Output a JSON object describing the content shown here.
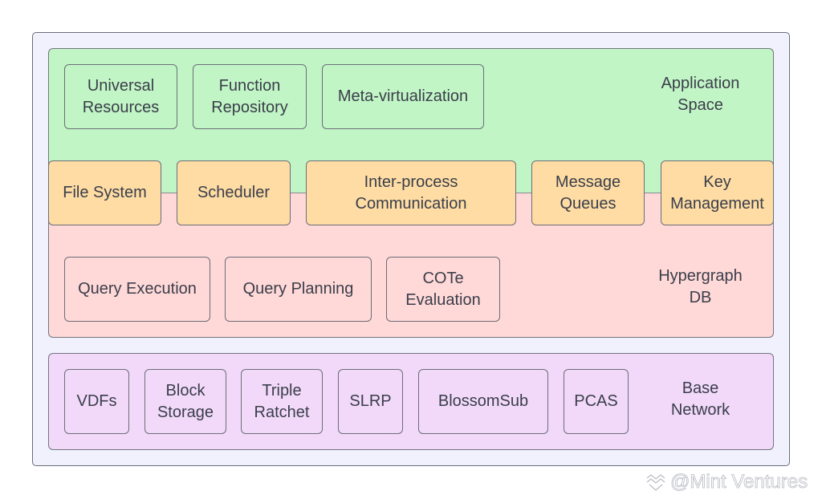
{
  "layers": {
    "application": {
      "label": "Application\nSpace",
      "color": "#c2f5c6",
      "components": [
        "Universal\nResources",
        "Function\nRepository",
        "Meta-virtualization"
      ]
    },
    "kernel": {
      "color": "#fedca4",
      "components": [
        "File System",
        "Scheduler",
        "Inter-process\nCommunication",
        "Message\nQueues",
        "Key\nManagement"
      ]
    },
    "hypergraph": {
      "label": "Hypergraph\nDB",
      "color": "#ffd8d8",
      "components": [
        "Query Execution",
        "Query Planning",
        "COTe\nEvaluation"
      ]
    },
    "base": {
      "label": "Base\nNetwork",
      "color": "#f2d9fa",
      "components": [
        "VDFs",
        "Block\nStorage",
        "Triple\nRatchet",
        "SLRP",
        "BlossomSub",
        "PCAS"
      ]
    }
  },
  "watermark": {
    "icon": "mint-ventures-logo-icon",
    "text": "@Mint Ventures"
  }
}
